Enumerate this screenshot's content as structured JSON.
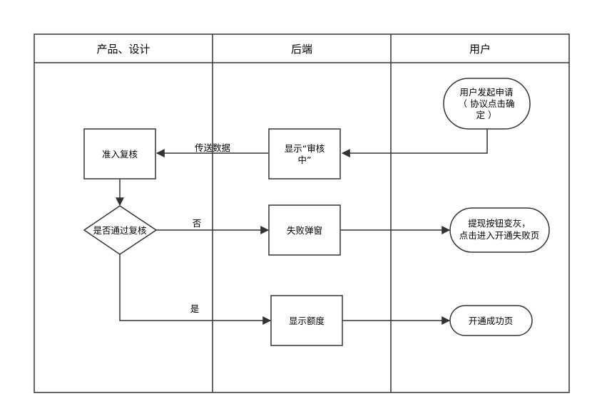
{
  "lanes": [
    {
      "title": "产品、设计"
    },
    {
      "title": "后端"
    },
    {
      "title": "用户"
    }
  ],
  "nodes": {
    "user_request": [
      "用户发起申请",
      "（ 协议点击确",
      "定 ）"
    ],
    "show_reviewing": [
      "显示“审核",
      "中”"
    ],
    "admission_review": [
      "准入复核"
    ],
    "pass_check": [
      "是否通过复核"
    ],
    "fail_popup": [
      "失败弹窗"
    ],
    "withdraw_gray": [
      "提现按钮变灰，",
      "点击进入开通失败页"
    ],
    "show_quota": [
      "显示额度"
    ],
    "open_success": [
      "开通成功页"
    ]
  },
  "edges": {
    "transfer_data": "传送数据",
    "no": "否",
    "yes": "是"
  }
}
